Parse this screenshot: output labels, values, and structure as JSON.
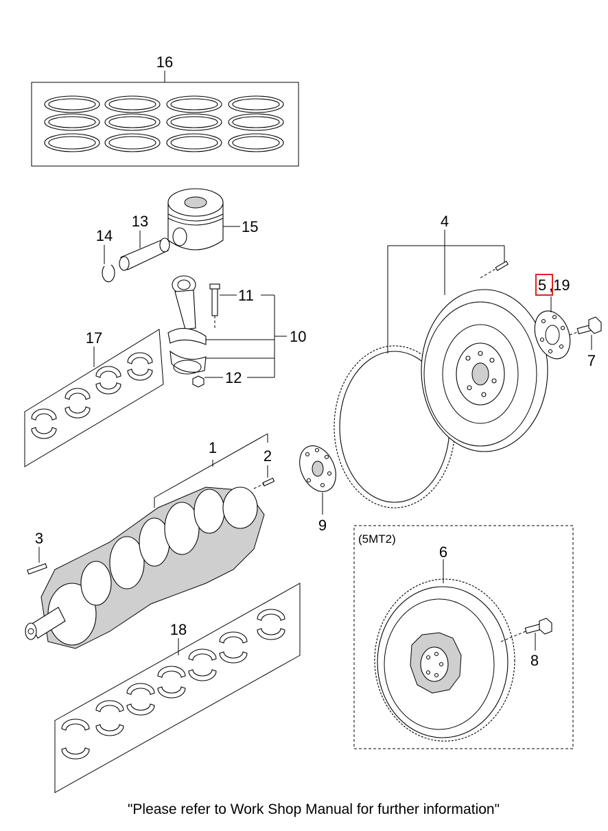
{
  "callouts": {
    "c1": "1",
    "c2": "2",
    "c3": "3",
    "c4": "4",
    "c5": "5",
    "c5_suffix": ",19",
    "c6": "6",
    "c7": "7",
    "c8": "8",
    "c9": "9",
    "c10": "10",
    "c11": "11",
    "c12": "12",
    "c13": "13",
    "c14": "14",
    "c15": "15",
    "c16": "16",
    "c17": "17",
    "c18": "18"
  },
  "variant_label": "(5MT2)",
  "footer_note": "\"Please refer to Work Shop Manual for further information\"",
  "colors": {
    "highlight": "#e02020",
    "line": "#000000",
    "background": "#ffffff"
  }
}
